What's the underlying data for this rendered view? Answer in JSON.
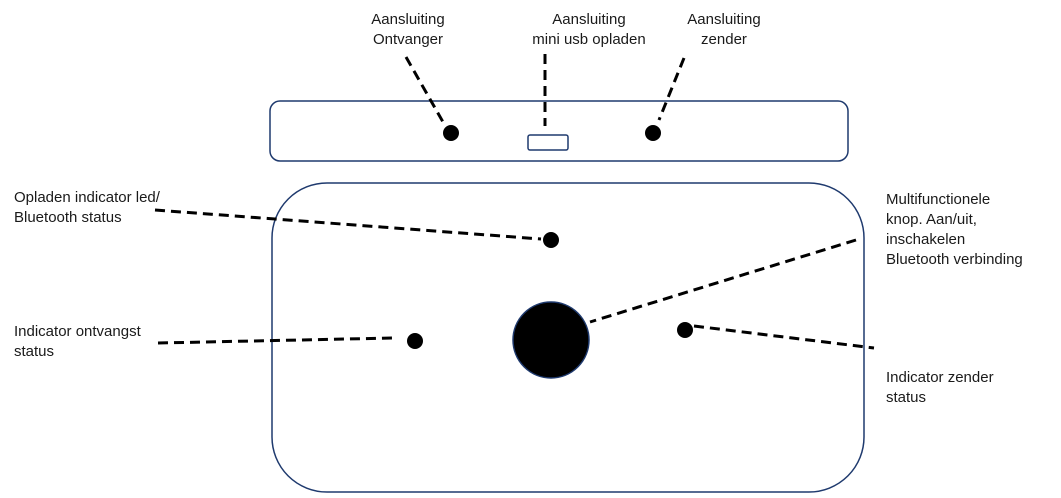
{
  "colors": {
    "outline": "#1f3a6e",
    "ink": "#000000",
    "text": "#1a1a1a",
    "background": "#ffffff"
  },
  "labels": {
    "receiver_port": {
      "line1": "Aansluiting",
      "line2": "Ontvanger"
    },
    "usb_port": {
      "line1": "Aansluiting",
      "line2": "mini usb opladen"
    },
    "transmitter_port": {
      "line1": "Aansluiting",
      "line2": "zender"
    },
    "charging_led": {
      "line1": "Opladen indicator led/",
      "line2": "Bluetooth status"
    },
    "multifunction_button": {
      "line1": "Multifunctionele",
      "line2": "knop. Aan/uit,",
      "line3": "inschakelen",
      "line4": "Bluetooth verbinding"
    },
    "receive_indicator": {
      "line1": "Indicator ontvangst",
      "line2": "status"
    },
    "transmit_indicator": {
      "line1": "Indicator zender",
      "line2": "status"
    }
  }
}
